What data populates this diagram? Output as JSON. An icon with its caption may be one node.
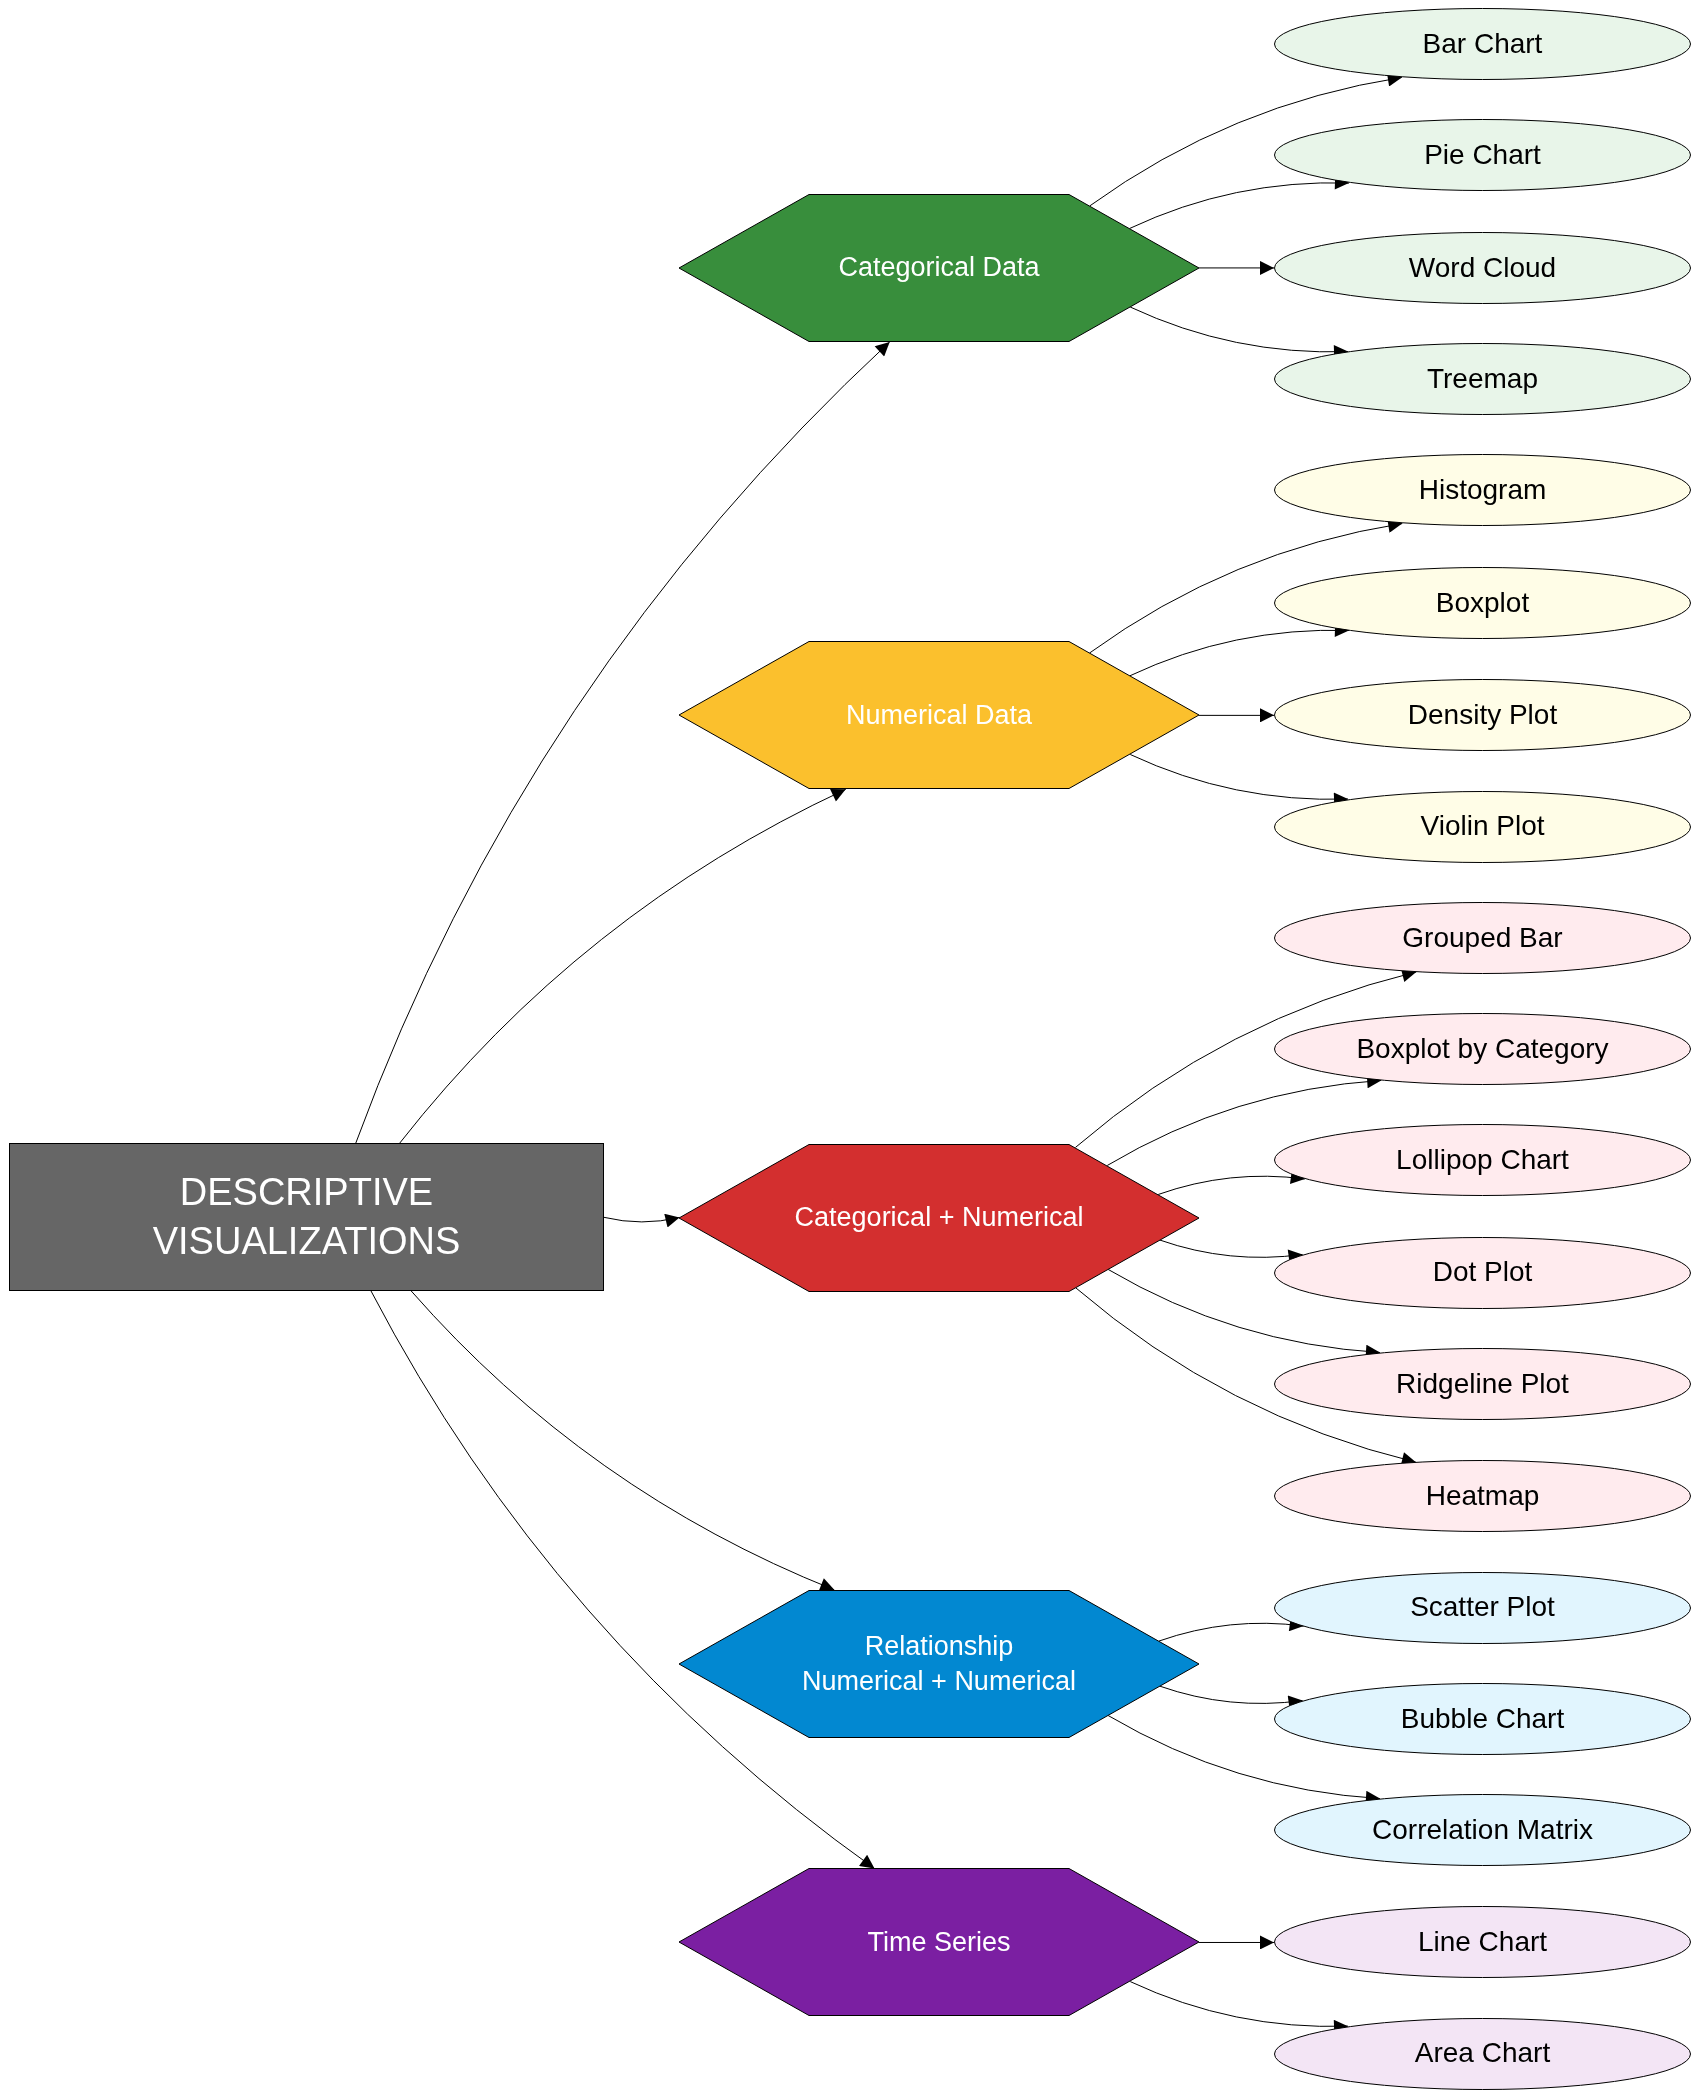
{
  "diagram": {
    "nodes": [
      {
        "text": [
          "DESCRIPTIVE VISUALIZATIONS"
        ]
      },
      {
        "text": [
          "Categorical Data"
        ]
      },
      {
        "text": [
          "Bar Chart"
        ]
      },
      {
        "text": [
          "Pie Chart"
        ]
      },
      {
        "text": [
          "Word Cloud"
        ]
      },
      {
        "text": [
          "Treemap"
        ]
      },
      {
        "text": [
          "Numerical Data"
        ]
      },
      {
        "text": [
          "Histogram"
        ]
      },
      {
        "text": [
          "Boxplot"
        ]
      },
      {
        "text": [
          "Density Plot"
        ]
      },
      {
        "text": [
          "Violin Plot"
        ]
      },
      {
        "text": [
          "Categorical + Numerical"
        ]
      },
      {
        "text": [
          "Grouped Bar"
        ]
      },
      {
        "text": [
          "Boxplot by Category"
        ]
      },
      {
        "text": [
          "Lollipop Chart"
        ]
      },
      {
        "text": [
          "Dot Plot"
        ]
      },
      {
        "text": [
          "Ridgeline Plot"
        ]
      },
      {
        "text": [
          "Heatmap"
        ]
      },
      {
        "text": [
          "Relationship Numerical + Numerical"
        ]
      },
      {
        "text": [
          "Scatter Plot"
        ]
      },
      {
        "text": [
          "Bubble Chart"
        ]
      },
      {
        "text": [
          "Correlation Matrix"
        ]
      },
      {
        "text": [
          "Time Series"
        ]
      },
      {
        "text": [
          "Line Chart"
        ]
      },
      {
        "text": [
          "Area Chart"
        ]
      }
    ],
    "edges": [
      {
        "from": 0,
        "to": 1,
        "arrow": "to"
      },
      {
        "from": 0,
        "to": 6,
        "arrow": "to"
      },
      {
        "from": 0,
        "to": 11,
        "arrow": "to"
      },
      {
        "from": 0,
        "to": 18,
        "arrow": "to"
      },
      {
        "from": 0,
        "to": 22,
        "arrow": "to"
      },
      {
        "from": 1,
        "to": 2,
        "arrow": "to"
      },
      {
        "from": 1,
        "to": 3,
        "arrow": "to"
      },
      {
        "from": 1,
        "to": 4,
        "arrow": "to"
      },
      {
        "from": 1,
        "to": 5,
        "arrow": "to"
      },
      {
        "from": 6,
        "to": 7,
        "arrow": "to"
      },
      {
        "from": 6,
        "to": 8,
        "arrow": "to"
      },
      {
        "from": 6,
        "to": 9,
        "arrow": "to"
      },
      {
        "from": 6,
        "to": 10,
        "arrow": "to"
      },
      {
        "from": 11,
        "to": 12,
        "arrow": "to"
      },
      {
        "from": 11,
        "to": 13,
        "arrow": "to"
      },
      {
        "from": 11,
        "to": 14,
        "arrow": "to"
      },
      {
        "from": 11,
        "to": 15,
        "arrow": "to"
      },
      {
        "from": 11,
        "to": 16,
        "arrow": "to"
      },
      {
        "from": 11,
        "to": 17,
        "arrow": "to"
      },
      {
        "from": 18,
        "to": 19,
        "arrow": "to"
      },
      {
        "from": 18,
        "to": 20,
        "arrow": "to"
      },
      {
        "from": 18,
        "to": 21,
        "arrow": "to"
      },
      {
        "from": 22,
        "to": 23,
        "arrow": "to"
      },
      {
        "from": 22,
        "to": 24,
        "arrow": "to"
      }
    ]
  }
}
